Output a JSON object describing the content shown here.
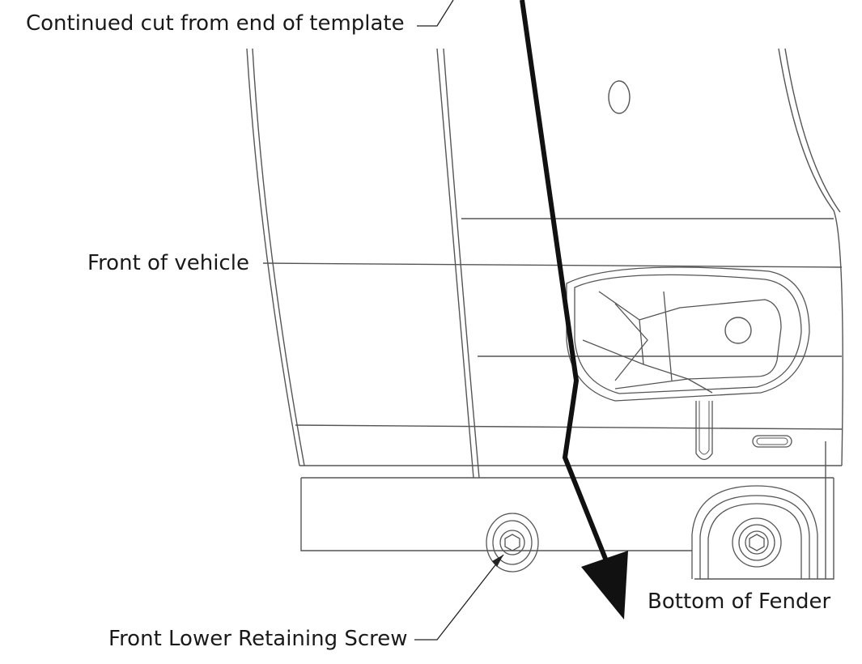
{
  "labels": {
    "continued_cut": "Continued cut from end of template",
    "front_of_vehicle": "Front of vehicle",
    "bottom_of_fender": "Bottom of Fender",
    "front_lower_screw": "Front Lower Retaining Screw"
  },
  "colors": {
    "line": "#555555",
    "cut_line": "#111111",
    "text": "#1a1a1a",
    "background": "#ffffff"
  }
}
